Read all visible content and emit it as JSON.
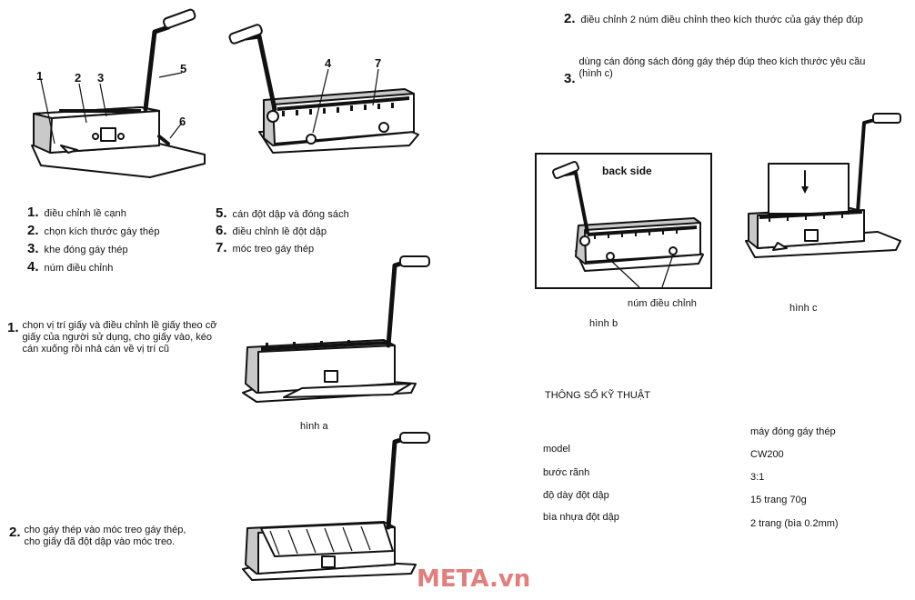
{
  "legend_parts": [
    {
      "num": "1.",
      "label": "điều chỉnh lề cạnh"
    },
    {
      "num": "2.",
      "label": "chọn kích thước gáy thép"
    },
    {
      "num": "3.",
      "label": "khe đóng gáy thép"
    },
    {
      "num": "4.",
      "label": "núm điều chỉnh"
    },
    {
      "num": "5.",
      "label": "cán đột dập và đóng sách"
    },
    {
      "num": "6.",
      "label": "điều chỉnh lề đột dập"
    },
    {
      "num": "7.",
      "label": "móc treo gáy thép"
    }
  ],
  "callouts": {
    "machine1": [
      "1",
      "2",
      "3",
      "5",
      "6"
    ],
    "machine2": [
      "4",
      "7"
    ]
  },
  "steps": [
    {
      "num": "1.",
      "text": "chọn vị trí giấy và điều chỉnh lề giấy theo cỡ giấy của người sử dụng, cho giấy vào, kéo cán xuống rồi nhả cán về vị trí cũ"
    },
    {
      "num": "2.",
      "text": "cho gáy thép vào móc treo gáy thép, cho giấy đã đột dập vào móc treo."
    },
    {
      "num": "2.",
      "text": "điều chỉnh 2 núm điều chỉnh theo kích thước của gáy thép đúp"
    },
    {
      "num": "3.",
      "text": "dùng cán đóng sách đóng gáy thép đúp theo kích thước yêu cầu (hình c)"
    }
  ],
  "figures": {
    "hinh_a": "hình a",
    "hinh_b": "hình b",
    "hinh_c": "hình c",
    "back_side": "back side",
    "num_dieu_chinh": "núm điều chỉnh"
  },
  "specs": {
    "title": "THÔNG SỐ KỸ THUẬT",
    "header": "máy đóng gáy thép",
    "rows": [
      {
        "label": "model",
        "value": "CW200"
      },
      {
        "label": "bước rãnh",
        "value": "3:1"
      },
      {
        "label": "độ dày đột dập",
        "value": "15 trang 70g"
      },
      {
        "label": "bìa nhựa đột dập",
        "value": "2 trang (bìa 0.2mm)"
      }
    ]
  },
  "watermark": "META.vn",
  "colors": {
    "ink": "#111111",
    "watermark": "#d9534f",
    "background": "#ffffff"
  }
}
